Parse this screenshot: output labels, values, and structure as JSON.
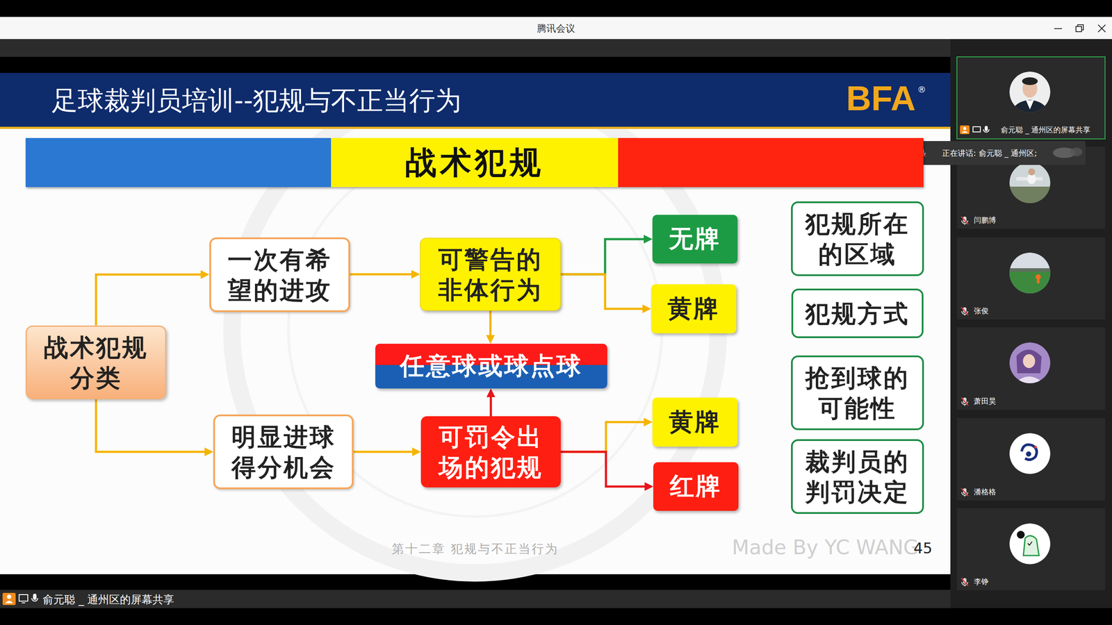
{
  "diagram": {
    "title": "足球裁判员培训--犯规与不正当行为",
    "nodes": [
      {
        "text": [
          "战术犯规"
        ]
      },
      {
        "text": [
          "一次有希望的进攻"
        ]
      },
      {
        "text": [
          "可警告的非体行为"
        ]
      },
      {
        "text": [
          "无牌"
        ]
      },
      {
        "text": [
          "黄牌"
        ]
      },
      {
        "text": [
          "犯规所在的区域"
        ]
      },
      {
        "text": [
          "犯规方式"
        ]
      },
      {
        "text": [
          "战术犯规分类"
        ]
      },
      {
        "text": [
          "任意球或球点球"
        ]
      },
      {
        "text": [
          "抢到球的可能性"
        ]
      },
      {
        "text": [
          "明显进球得分机会"
        ]
      },
      {
        "text": [
          "可罚令出场的犯规"
        ]
      },
      {
        "text": [
          "黄牌"
        ]
      },
      {
        "text": [
          "红牌"
        ]
      },
      {
        "text": [
          "裁判员的判罚决定"
        ]
      },
      {
        "text": [
          "俞元聪 _ 通州区的屏幕共享"
        ]
      },
      {
        "text": [
          "正在讲话: 俞元聪 _ 通州区;"
        ]
      },
      {
        "text": [
          "闫鹏博"
        ]
      },
      {
        "text": [
          "张俊"
        ]
      },
      {
        "text": [
          "萧田昊"
        ]
      },
      {
        "text": [
          "潘格格"
        ]
      },
      {
        "text": [
          "李铮"
        ]
      }
    ],
    "edges": [
      {
        "from": 7,
        "to": 1,
        "arrow": "to"
      },
      {
        "from": 7,
        "to": 10,
        "arrow": "to"
      },
      {
        "from": 1,
        "to": 2,
        "arrow": "to"
      },
      {
        "from": 2,
        "to": 3,
        "arrow": "to"
      },
      {
        "from": 2,
        "to": 4,
        "arrow": "to"
      },
      {
        "from": 2,
        "to": 8,
        "arrow": "to"
      },
      {
        "from": 10,
        "to": 11,
        "arrow": "to"
      },
      {
        "from": 11,
        "to": 8,
        "arrow": "to"
      },
      {
        "from": 11,
        "to": 12,
        "arrow": "to"
      },
      {
        "from": 11,
        "to": 13,
        "arrow": "to"
      }
    ],
    "labels": [
      "腾讯会议",
      "BFA",
      "®",
      "第十二章 犯规与不正当行为",
      "Made By YC WANG",
      "45",
      "俞元聪 _ 通州区的屏幕共享"
    ]
  }
}
